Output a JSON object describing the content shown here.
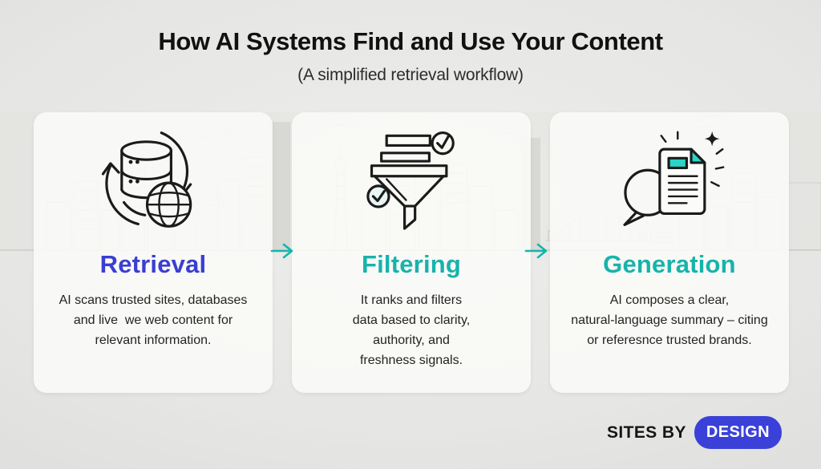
{
  "header": {
    "title": "How AI Systems Find and Use Your Content",
    "subtitle": "(A simplified retrieval workflow)"
  },
  "cards": [
    {
      "heading": "Retrieval",
      "heading_color": "#3a3ed2",
      "icon": "database-sync-globe-icon",
      "body": "AI scans trusted sites, databases\nand live  we web content for\nrelevant information."
    },
    {
      "heading": "Filtering",
      "heading_color": "#17b3ab",
      "icon": "funnel-checks-icon",
      "body": "It ranks and filters\ndata based to clarity,\nauthority, and\nfreshness signals."
    },
    {
      "heading": "Generation",
      "heading_color": "#17b3ab",
      "icon": "document-chat-sparkle-icon",
      "body": "AI composes a clear,\nnatural-language summary – citing\nor referesnce trusted brands."
    }
  ],
  "flow": {
    "arrow_color": "#14b5ad"
  },
  "footer": {
    "brand_prefix": "SITES BY",
    "brand_name": "DESIGN",
    "pill_color": "#3a40d8"
  },
  "palette": {
    "accent_blue": "#3a3ed2",
    "accent_teal": "#17b3ab",
    "icon_teal": "#2bd4c4",
    "ink": "#1b1b1b",
    "background": "#e3e3e1"
  }
}
